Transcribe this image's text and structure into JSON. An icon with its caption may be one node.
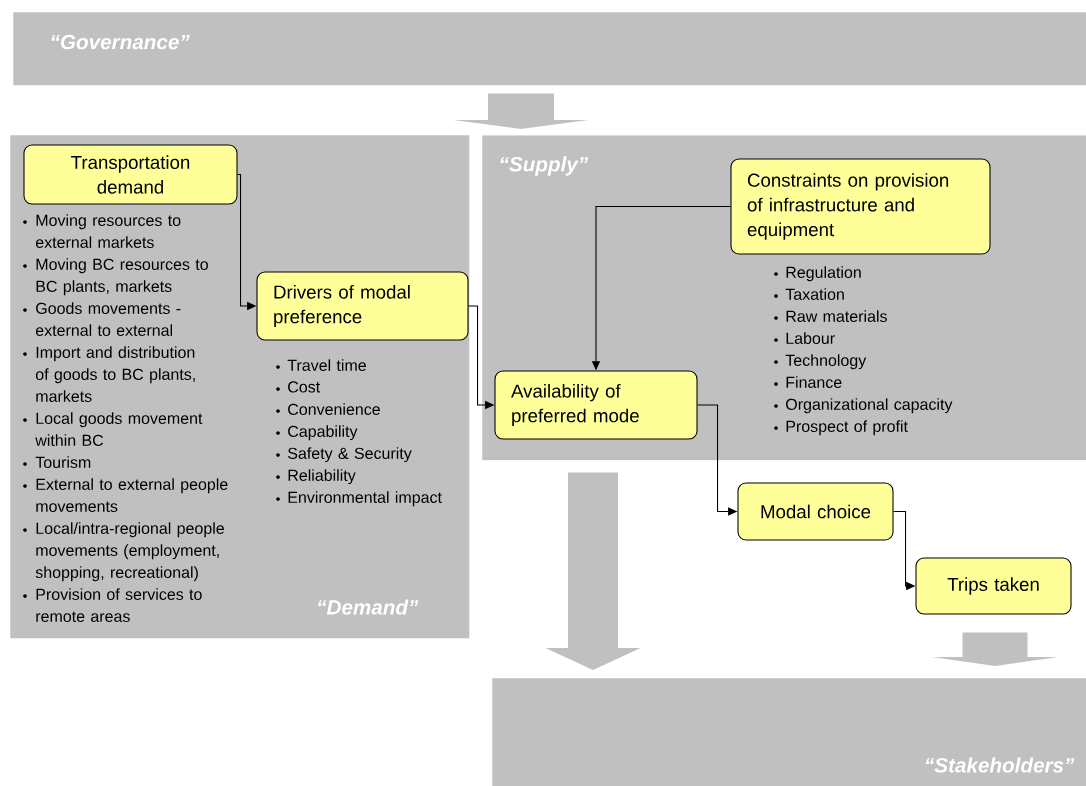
{
  "diagram": {
    "nodes": [
      {
        "text": [
          "“Governance”"
        ]
      },
      {
        "text": [
          "“Demand”"
        ]
      },
      {
        "text": [
          "“Supply”"
        ]
      },
      {
        "text": [
          "“Stakeholders”"
        ]
      },
      {
        "text": [
          "Transportation demand"
        ],
        "in": 1,
        "beside": [
          "Moving resources to external markets",
          "Moving BC resources to BC plants, markets",
          "Goods movements - external to external",
          "Import and distribution of goods to BC plants, markets",
          "Local goods movement within BC",
          "Tourism",
          "External to external people movements",
          "Local/intra-regional people movements (employment, shopping, recreational)",
          "Provision of services to remote areas"
        ]
      },
      {
        "text": [
          "Drivers of modal preference"
        ],
        "in": 1,
        "beside": [
          "Travel time",
          "Cost",
          "Convenience",
          "Capability",
          "Safety & Security",
          "Reliability",
          "Environmental impact"
        ]
      },
      {
        "text": [
          "Constraints on provision of infrastructure and equipment"
        ],
        "in": 2,
        "beside": [
          "Regulation",
          "Taxation",
          "Raw materials",
          "Labour",
          "Technology",
          "Finance",
          "Organizational capacity",
          "Prospect of profit"
        ]
      },
      {
        "text": [
          "Availability of preferred mode"
        ],
        "in": 2
      },
      {
        "text": [
          "Modal choice"
        ]
      },
      {
        "text": [
          "Trips taken"
        ]
      }
    ],
    "edges": [
      {
        "from": 0,
        "to": 2,
        "arrow": "to",
        "style": "thick",
        "color": "#c0c0c0"
      },
      {
        "from": 4,
        "to": 5,
        "arrow": "to"
      },
      {
        "from": 5,
        "to": 7,
        "arrow": "to"
      },
      {
        "from": 6,
        "to": 7,
        "arrow": "to"
      },
      {
        "from": 7,
        "to": 8,
        "arrow": "to"
      },
      {
        "from": 8,
        "to": 9,
        "arrow": "to"
      },
      {
        "from": 2,
        "to": 3,
        "arrow": "to",
        "style": "thick",
        "color": "#c0c0c0"
      },
      {
        "from": 9,
        "to": 3,
        "arrow": "to",
        "style": "thick",
        "color": "#c0c0c0"
      }
    ]
  }
}
